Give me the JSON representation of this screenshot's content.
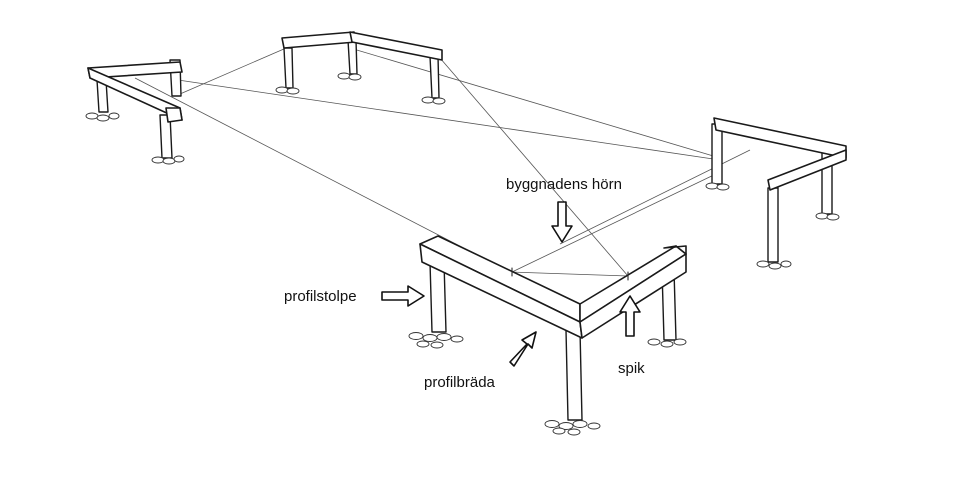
{
  "labels": {
    "building_corner": "byggnadens hörn",
    "profile_post": "profilstolpe",
    "profile_board": "profilbräda",
    "nail": "spik"
  }
}
